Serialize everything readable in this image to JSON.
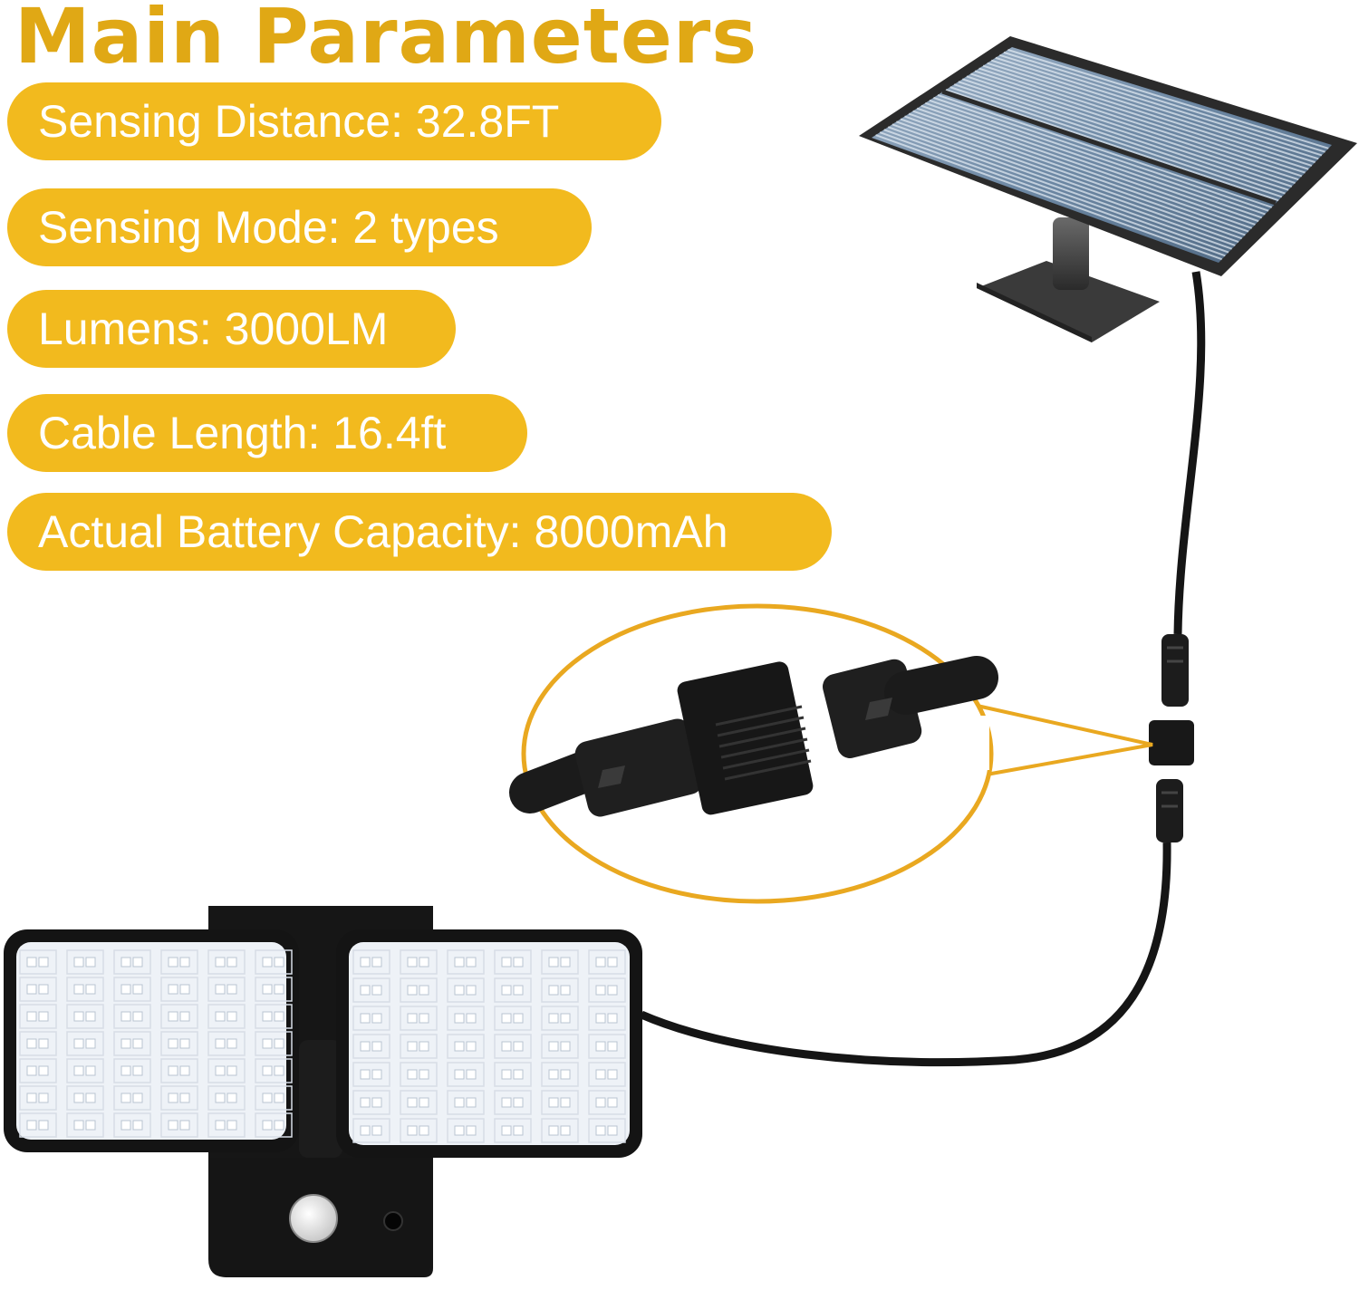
{
  "title": "Main Parameters",
  "parameters": [
    "Sensing Distance: 32.8FT",
    "Sensing Mode: 2 types",
    "Lumens: 3000LM",
    "Cable Length: 16.4ft",
    "Actual Battery Capacity: 8000mAh"
  ],
  "colors": {
    "accent": "#F2BA1E",
    "title": "#E0A815",
    "device": "#1b1b1b",
    "led_panel": "#eef2f7",
    "solar_cell": "#5f7a96"
  },
  "illustration": {
    "items": [
      "solar-panel-icon",
      "cable-connector-icon",
      "floodlight-icon",
      "motion-sensor-icon"
    ]
  }
}
